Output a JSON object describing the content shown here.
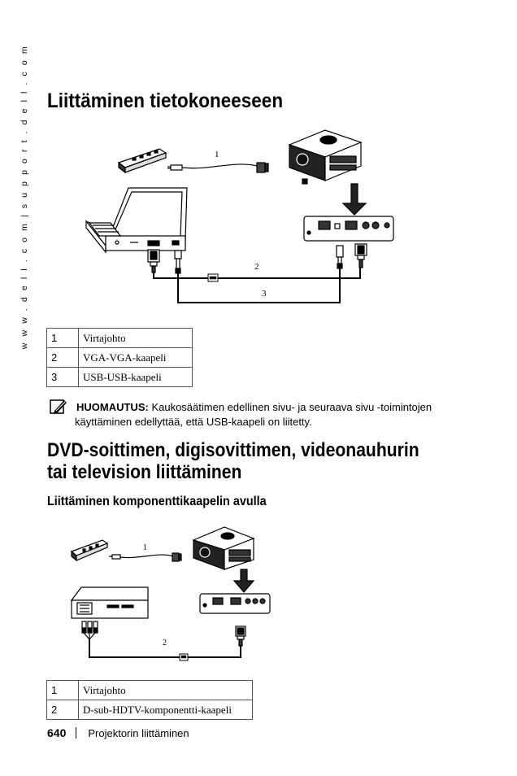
{
  "side_url": "w w w . d e l l . c o m  |  s u p p o r t . d e l l . c o m",
  "section1": {
    "title": "Liittäminen tietokoneeseen",
    "figure_callouts": [
      "1",
      "2",
      "3"
    ],
    "legend": [
      {
        "num": "1",
        "text": "Virtajohto"
      },
      {
        "num": "2",
        "text": "VGA-VGA-kaapeli"
      },
      {
        "num": "3",
        "text": "USB-USB-kaapeli"
      }
    ]
  },
  "note": {
    "icon": "note-pencil-icon",
    "label": "HUOMAUTUS:",
    "text_line1": " Kaukosäätimen edellinen sivu- ja seuraava sivu -toimintojen",
    "text_line2": "käyttäminen edellyttää, että USB-kaapeli on liitetty."
  },
  "section2": {
    "title_line1": "DVD-soittimen, digisovittimen, videonauhurin",
    "title_line2": "tai television liittäminen",
    "subtitle": "Liittäminen komponenttikaapelin avulla",
    "figure_callouts": [
      "1",
      "2"
    ],
    "legend": [
      {
        "num": "1",
        "text": "Virtajohto"
      },
      {
        "num": "2",
        "text": "D-sub-HDTV-komponentti-kaapeli"
      }
    ]
  },
  "footer": {
    "page_number": "640",
    "chapter": "Projektorin liittäminen"
  }
}
